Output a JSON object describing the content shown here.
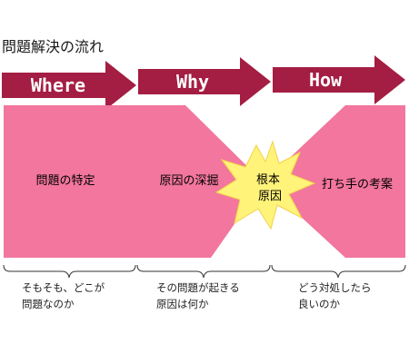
{
  "title": "問題解決の流れ",
  "colors": {
    "arrow": "#a41d43",
    "arrow_text": "#ffffff",
    "funnel": "#f2769d",
    "burst": "#fff37a",
    "burst_stroke": "#f2d24a",
    "brace": "#333333"
  },
  "stages": [
    {
      "arrow": "Where",
      "zone": "問題の特定",
      "note": "そもそも、どこが\n問題なのか"
    },
    {
      "arrow": "Why",
      "zone": "原因の深掘",
      "note": "その問題が起きる\n原因は何か"
    },
    {
      "arrow": "How",
      "zone": "打ち手の考案",
      "note": "どう対処したら\n良いのか"
    }
  ],
  "root_cause": {
    "line1": "根本",
    "line2": "原因"
  }
}
